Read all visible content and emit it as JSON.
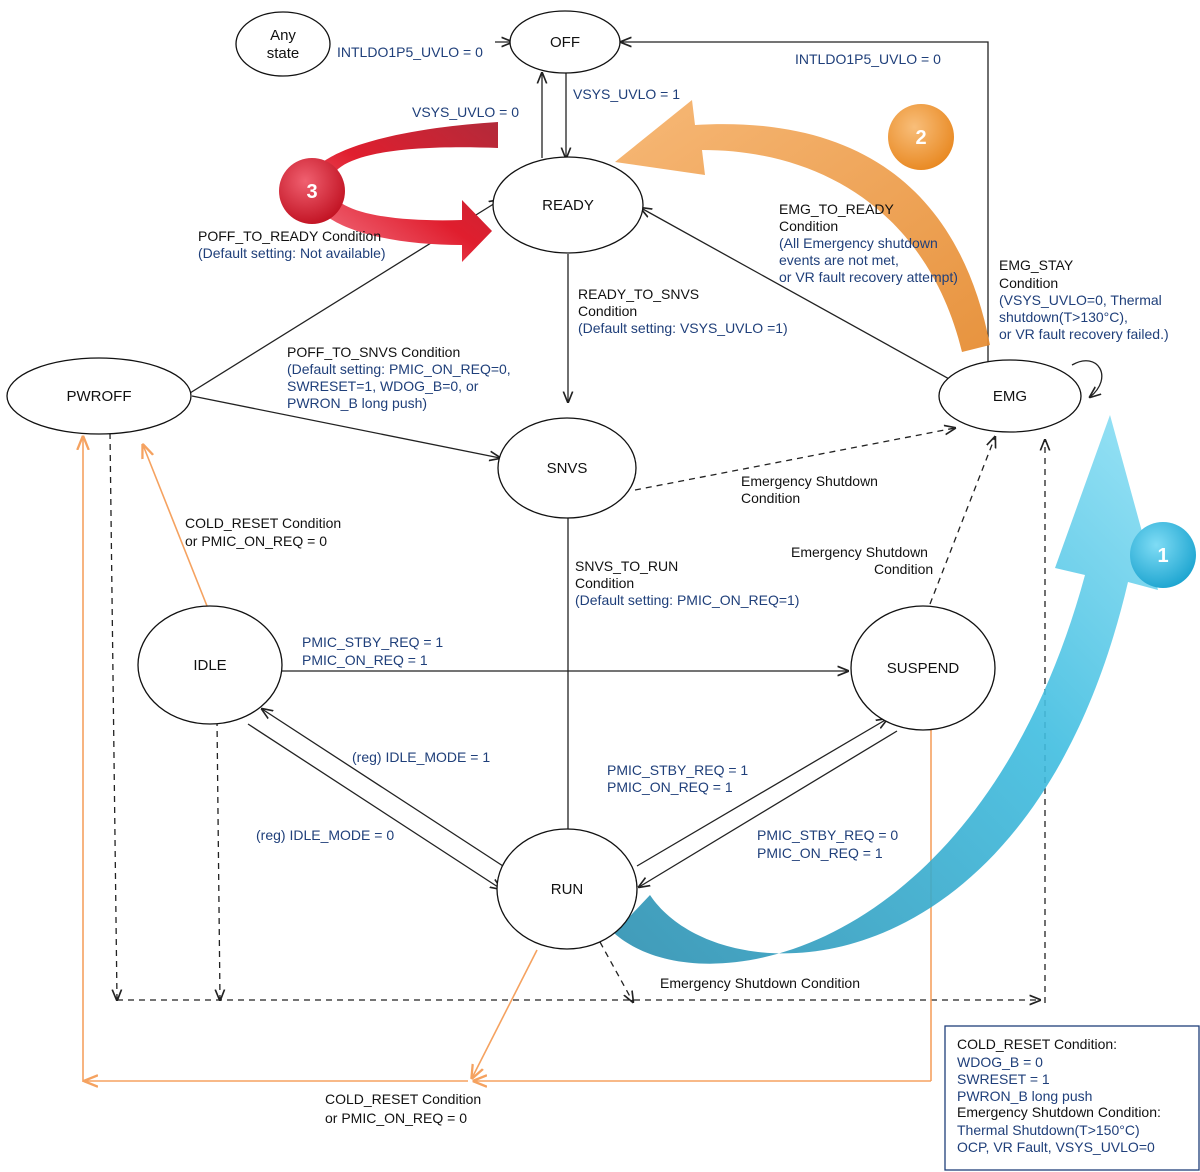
{
  "states": {
    "any": [
      "Any",
      "state"
    ],
    "off": "OFF",
    "ready": "READY",
    "pwroff": "PWROFF",
    "snvs": "SNVS",
    "emg": "EMG",
    "idle": "IDLE",
    "suspend": "SUSPEND",
    "run": "RUN"
  },
  "labels": {
    "any_to_off": "INTLDO1P5_UVLO = 0",
    "emg_to_off": "INTLDO1P5_UVLO = 0",
    "ready_to_off": "VSYS_UVLO  = 0",
    "off_to_ready": "VSYS_UVLO  = 1",
    "poff_to_ready": [
      "POFF_TO_READY Condition",
      "(Default setting: Not available)"
    ],
    "emg_to_ready": [
      "EMG_TO_READY",
      "Condition",
      "(All Emergency shutdown",
      "events are not met,",
      "or VR fault recovery attempt)"
    ],
    "emg_stay": [
      "EMG_STAY",
      "Condition",
      "(VSYS_UVLO=0,  Thermal",
      "shutdown(T>130°C),",
      "or VR fault recovery failed.)"
    ],
    "ready_to_snvs": [
      "READY_TO_SNVS",
      "Condition",
      "(Default setting: VSYS_UVLO  =1)"
    ],
    "poff_to_snvs": [
      "POFF_TO_SNVS Condition",
      "(Default setting: PMIC_ON_REQ=0,",
      "SWRESET=1, WDOG_B=0, or",
      "PWRON_B long push)"
    ],
    "snvs_emg": [
      "Emergency Shutdown",
      "Condition"
    ],
    "suspend_emg": [
      "Emergency Shutdown",
      "Condition"
    ],
    "idle_cold": [
      "COLD_RESET Condition",
      "or PMIC_ON_REQ = 0"
    ],
    "snvs_to_run": [
      "SNVS_TO_RUN",
      "Condition",
      "(Default setting: PMIC_ON_REQ=1)"
    ],
    "idle_to_suspend": [
      "PMIC_STBY_REQ = 1",
      "PMIC_ON_REQ     = 1"
    ],
    "run_to_idle": "(reg) IDLE_MODE = 1",
    "idle_to_run": "(reg) IDLE_MODE = 0",
    "run_to_suspend": [
      "PMIC_STBY_REQ = 1",
      "PMIC_ON_REQ     = 1"
    ],
    "suspend_to_run": [
      "PMIC_STBY_REQ = 0",
      "PMIC_ON_REQ     = 1"
    ],
    "bottom_emg": "Emergency Shutdown Condition",
    "bottom_cold": [
      "COLD_RESET Condition",
      "or PMIC_ON_REQ = 0"
    ]
  },
  "legend": {
    "lines": [
      "COLD_RESET Condition:",
      "WDOG_B  = 0",
      "SWRESET = 1",
      "PWRON_B long push",
      "Emergency Shutdown Condition:",
      "Thermal Shutdown(T>150°C)",
      "OCP, VR Fault,  VSYS_UVLO=0"
    ]
  },
  "badges": {
    "b1": "1",
    "b2": "2",
    "b3": "3"
  },
  "colors": {
    "text_blue": "#1f3f7a",
    "orange_line": "#f5a260",
    "badge_blue": "#2eb6df",
    "badge_orange": "#f0952e",
    "badge_red": "#d21a25"
  }
}
